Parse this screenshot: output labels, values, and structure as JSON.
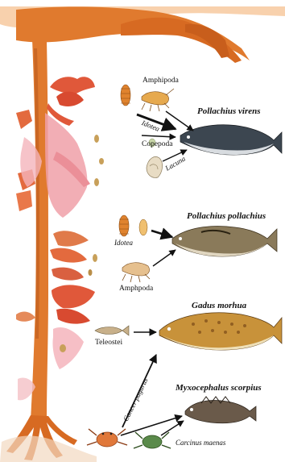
{
  "colors": {
    "kelp": "#e07a2e",
    "kelp_dark": "#b4531a",
    "red_algae": "#e0583a",
    "pink_algae": "#f0a0a8",
    "arrow": "#111111",
    "background": "#ffffff"
  },
  "labels": {
    "amphipoda_top": "Amphipoda",
    "idotea_top": "Idotea",
    "copepoda": "Copepoda",
    "lacuna": "Lacuna",
    "pollachius_virens": "Pollachius virens",
    "idotea_mid": "Idotea",
    "amphpoda_mid": "Amphpoda",
    "pollachius_pollachius": "Pollachius pollachius",
    "gadus_morhua": "Gadus morhua",
    "teleostei": "Teleostei",
    "cancer_pagurus": "Cancer pagurus",
    "myxocephalus_scorpius": "Myxocephalus scorpius",
    "carcinus_maenas": "Carcinus maenas"
  },
  "icons": {
    "kelp": "kelp-forest-illustration",
    "coalfish": "fish-icon",
    "pollack": "fish-icon",
    "cod": "fish-icon",
    "sculpin": "fish-icon",
    "crab": "crab-icon"
  }
}
